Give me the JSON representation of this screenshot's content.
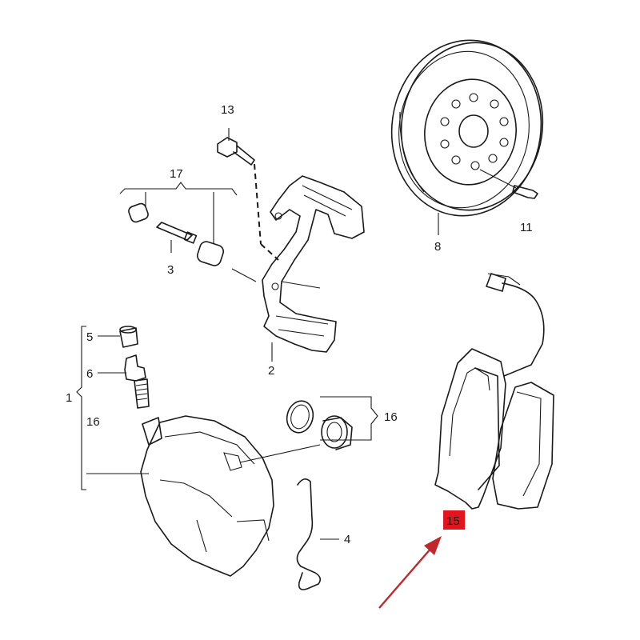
{
  "callouts": {
    "c1": "1",
    "c2": "2",
    "c3": "3",
    "c4": "4",
    "c5": "5",
    "c6": "6",
    "c8": "8",
    "c11": "11",
    "c13": "13",
    "c15": "15",
    "c16a": "16",
    "c16b": "16",
    "c17": "17"
  },
  "highlight": {
    "badge_color": "#e3141b",
    "arrow_color": "#c0282d"
  }
}
